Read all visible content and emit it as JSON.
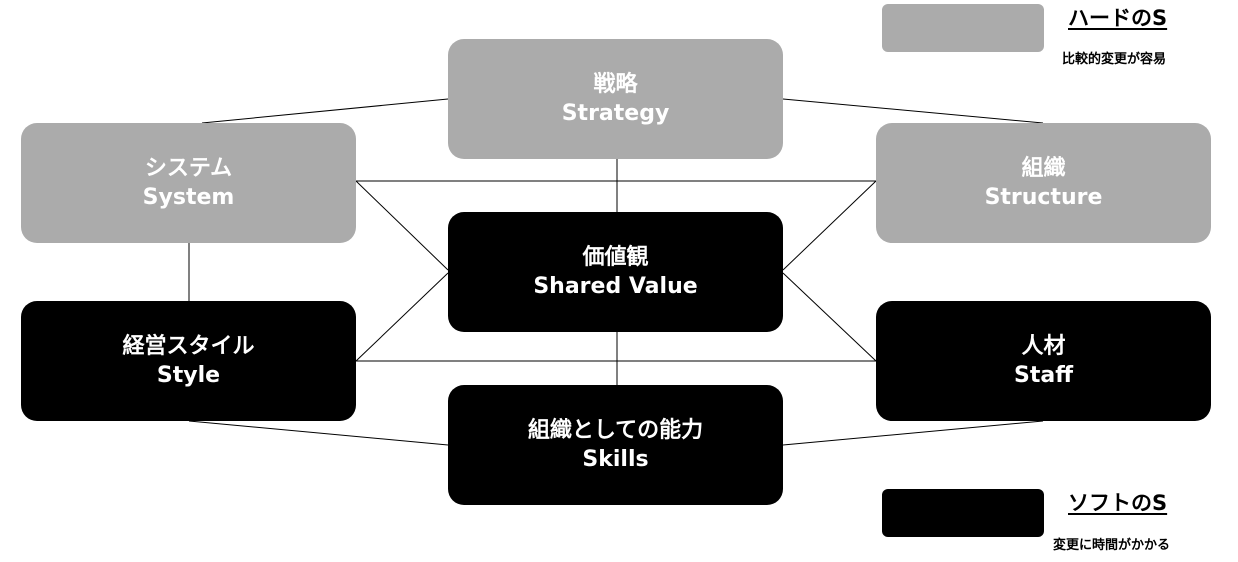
{
  "nodes": {
    "strategy": {
      "jp": "戦略",
      "en": "Strategy",
      "category": "hard"
    },
    "system": {
      "jp": "システム",
      "en": "System",
      "category": "hard"
    },
    "structure": {
      "jp": "組織",
      "en": "Structure",
      "category": "hard"
    },
    "shared": {
      "jp": "価値観",
      "en": "Shared Value",
      "category": "soft"
    },
    "style": {
      "jp": "経営スタイル",
      "en": "Style",
      "category": "soft"
    },
    "staff": {
      "jp": "人材",
      "en": "Staff",
      "category": "soft"
    },
    "skills": {
      "jp": "組織としての能力",
      "en": "Skills",
      "category": "soft"
    }
  },
  "legend": {
    "hard": {
      "title": "ハードのS",
      "description": "比較的変更が容易"
    },
    "soft": {
      "title": "ソフトのS",
      "description": "変更に時間がかかる"
    }
  },
  "colors": {
    "hard": "#ababab",
    "soft": "#000000",
    "text": "#ffffff",
    "line": "#000000"
  }
}
